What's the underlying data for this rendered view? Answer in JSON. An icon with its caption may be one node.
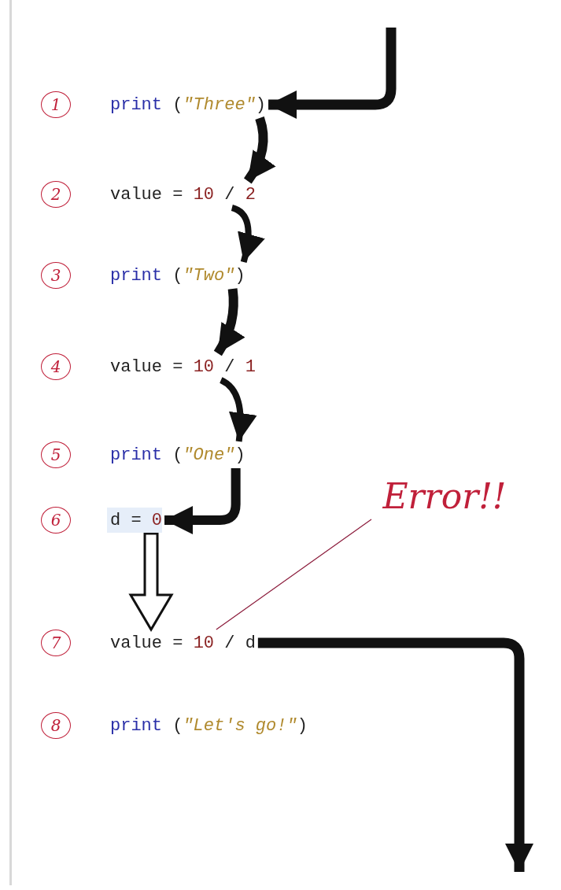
{
  "diagram": {
    "nodes": [
      {
        "text": [
          "1"
        ]
      },
      {
        "text": [
          "print (\"Three\")"
        ]
      },
      {
        "text": [
          "2"
        ]
      },
      {
        "text": [
          "value = 10 / 2"
        ]
      },
      {
        "text": [
          "3"
        ]
      },
      {
        "text": [
          "print (\"Two\")"
        ]
      },
      {
        "text": [
          "4"
        ]
      },
      {
        "text": [
          "value = 10 / 1"
        ]
      },
      {
        "text": [
          "5"
        ]
      },
      {
        "text": [
          "print (\"One\")"
        ]
      },
      {
        "text": [
          "6"
        ]
      },
      {
        "text": [
          "d = 0"
        ]
      },
      {
        "text": [
          "Error!!"
        ]
      },
      {
        "text": [
          "7"
        ]
      },
      {
        "text": [
          "value = 10 / d"
        ]
      },
      {
        "text": [
          "8"
        ]
      },
      {
        "text": [
          "print (\"Let's go!\")"
        ]
      }
    ],
    "edges": [
      {
        "from": null,
        "to": 1,
        "arrow": "to"
      },
      {
        "from": 1,
        "to": 3,
        "arrow": "to"
      },
      {
        "from": 3,
        "to": 5,
        "arrow": "to"
      },
      {
        "from": 5,
        "to": 7,
        "arrow": "to"
      },
      {
        "from": 7,
        "to": 9,
        "arrow": "to"
      },
      {
        "from": 9,
        "to": 11,
        "arrow": "to"
      },
      {
        "from": 11,
        "to": 14,
        "arrow": "to"
      },
      {
        "from": 14,
        "to": null,
        "arrow": "to"
      },
      {
        "from": 12,
        "to": 14,
        "arrow": "none",
        "color": "#8b1a3a"
      }
    ]
  }
}
